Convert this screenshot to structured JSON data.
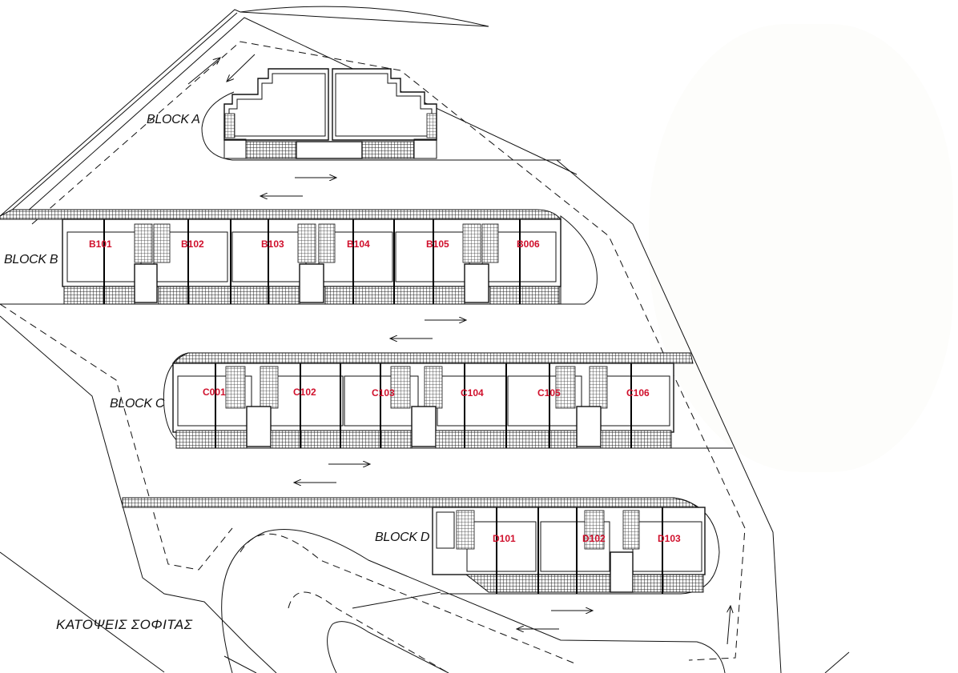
{
  "drawing": {
    "title": "ΚΑΤΟΨΕΙΣ ΣΟΦΙΤΑΣ",
    "label_color": "#d0102c",
    "line_color": "#111111",
    "blocks": [
      {
        "name": "BLOCK A",
        "units": []
      },
      {
        "name": "BLOCK B",
        "units": [
          "B101",
          "B102",
          "B103",
          "B104",
          "B105",
          "B006"
        ]
      },
      {
        "name": "BLOCK C",
        "units": [
          "C001",
          "C102",
          "C103",
          "C104",
          "C105",
          "C106"
        ]
      },
      {
        "name": "BLOCK D",
        "units": [
          "D101",
          "D102",
          "D103"
        ]
      }
    ]
  }
}
